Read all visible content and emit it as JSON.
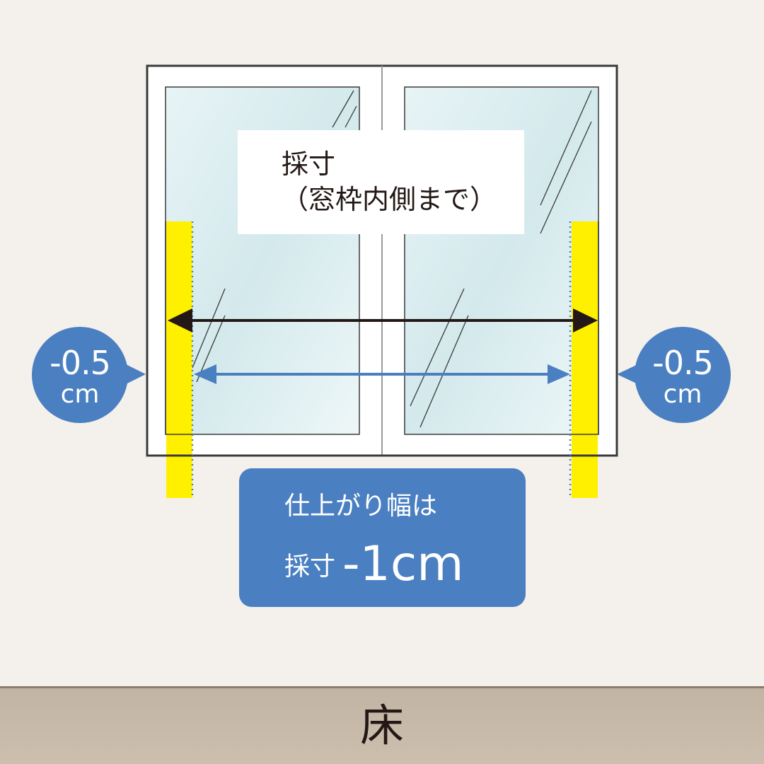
{
  "measure_label": {
    "line1": "採寸",
    "line2": "（窓枠内側まで）"
  },
  "left_badge": {
    "value": "-0.5",
    "unit": "cm"
  },
  "right_badge": {
    "value": "-0.5",
    "unit": "cm"
  },
  "result": {
    "line1": "仕上がり幅は",
    "line2_prefix": "採寸",
    "line2_value": "-1cm"
  },
  "floor_label": "床",
  "colors": {
    "background": "#f4f1ec",
    "frame_outline": "#3a3a3a",
    "glass": "#d9ecef",
    "highlight": "#fff000",
    "accent_blue": "#4a7fc1",
    "arrow_black": "#231815",
    "floor": "#c6b8a7"
  }
}
